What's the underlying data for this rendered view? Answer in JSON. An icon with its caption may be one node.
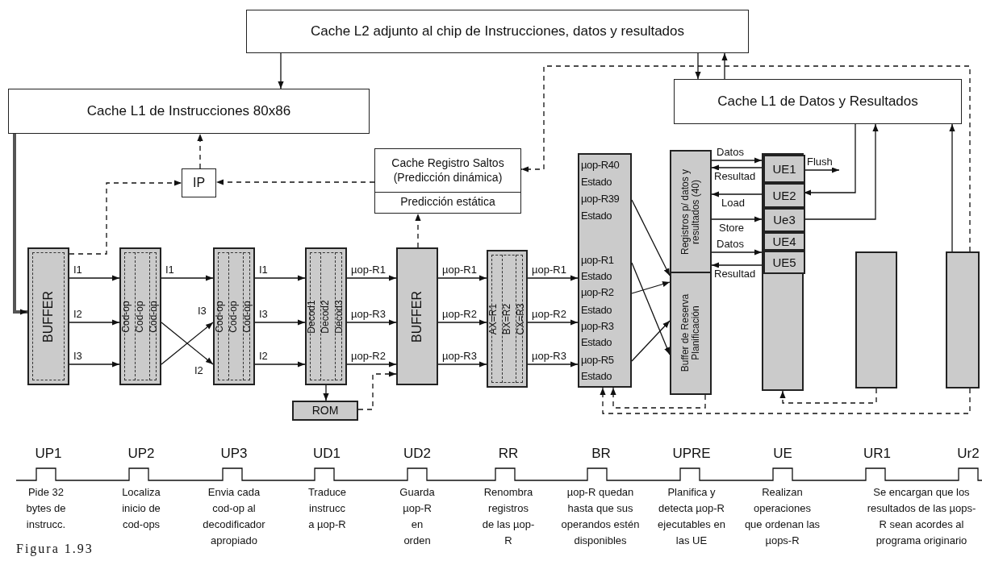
{
  "diagram": {
    "caption": "Figura 1.93",
    "nodes": [
      {
        "text": [
          "Cache L2 adjunto al chip de Instrucciones, datos y resultados"
        ]
      },
      {
        "text": [
          "Cache L1 de Instrucciones 80x86"
        ]
      },
      {
        "text": [
          "IP"
        ]
      },
      {
        "text": [
          "Cache Registro Saltos (Predicción dinámica)",
          "Predicción estática"
        ]
      },
      {
        "text": [
          "Cache L1 de Datos y Resultados"
        ]
      },
      {
        "text": [
          "BUFFER"
        ]
      },
      {
        "text": [
          "Cod-op",
          "Cod-op",
          "Cod-op"
        ]
      },
      {
        "text": [
          "Cod-op",
          "Cod-op",
          "Cod-op"
        ]
      },
      {
        "text": [
          "Decod1",
          "Decod2",
          "Decod3"
        ]
      },
      {
        "text": [
          "ROM"
        ]
      },
      {
        "text": [
          "BUFFER"
        ]
      },
      {
        "text": [
          "AX=R1",
          "BX=R2",
          "CX=R3"
        ]
      },
      {
        "text": [
          "µop-R40",
          "Estado",
          "µop-R39",
          "Estado",
          "µop-R1",
          "Estado",
          "µop-R2",
          "Estado",
          "µop-R3",
          "Estado",
          "µop-R5",
          "Estado"
        ]
      },
      {
        "text": [
          "Registros p/ datos y resultados (40)",
          "Buffer de Reserva Planificación"
        ]
      },
      {
        "text": [],
        "shape": "box"
      },
      {
        "text": [
          "UE1"
        ],
        "in": 14
      },
      {
        "text": [
          "UE2"
        ],
        "in": 14
      },
      {
        "text": [
          "Ue3"
        ],
        "in": 14
      },
      {
        "text": [
          "UE4"
        ],
        "in": 14
      },
      {
        "text": [
          "UE5"
        ],
        "in": 14
      },
      {
        "text": [],
        "shape": "box"
      },
      {
        "text": [],
        "shape": "box"
      }
    ],
    "edges": [
      {
        "from": 0,
        "to": 1,
        "arrow": "to"
      },
      {
        "from": 0,
        "to": 4,
        "arrow": "to"
      },
      {
        "from": 4,
        "to": 0,
        "arrow": "to"
      },
      {
        "from": 1,
        "to": 5,
        "arrow": "to",
        "style": "thick"
      },
      {
        "from": 2,
        "to": 1,
        "arrow": "to",
        "style": "dashed"
      },
      {
        "from": 5,
        "to": 2,
        "arrow": "to",
        "style": "dashed"
      },
      {
        "from": 3,
        "to": 2,
        "arrow": "to",
        "style": "dashed"
      },
      {
        "from": 10,
        "to": 3,
        "arrow": "to",
        "style": "dashed"
      },
      {
        "from": 21,
        "to": 3,
        "arrow": "to",
        "style": "dashed"
      },
      {
        "from": 21,
        "to": 12,
        "arrow": "to",
        "style": "dashed"
      },
      {
        "from": 13,
        "to": 12,
        "arrow": "to",
        "style": "dashed"
      },
      {
        "from": 20,
        "to": 14,
        "arrow": "to",
        "style": "dashed"
      },
      {
        "from": 5,
        "to": 6,
        "arrow": "to",
        "label": "I1"
      },
      {
        "from": 5,
        "to": 6,
        "arrow": "to",
        "label": "I2"
      },
      {
        "from": 5,
        "to": 6,
        "arrow": "to",
        "label": "I3"
      },
      {
        "from": 6,
        "to": 7,
        "arrow": "to",
        "label": "I1"
      },
      {
        "from": 6,
        "to": 7,
        "arrow": "to",
        "label": "I3"
      },
      {
        "from": 6,
        "to": 7,
        "arrow": "to",
        "label": "I2"
      },
      {
        "from": 7,
        "to": 8,
        "arrow": "to",
        "label": "I1"
      },
      {
        "from": 7,
        "to": 8,
        "arrow": "to",
        "label": "I3"
      },
      {
        "from": 7,
        "to": 8,
        "arrow": "to",
        "label": "I2"
      },
      {
        "from": 8,
        "to": 10,
        "arrow": "to",
        "label": "µop-R1"
      },
      {
        "from": 8,
        "to": 10,
        "arrow": "to",
        "label": "µop-R3"
      },
      {
        "from": 8,
        "to": 10,
        "arrow": "to",
        "label": "µop-R2"
      },
      {
        "from": 8,
        "to": 9,
        "arrow": "to"
      },
      {
        "from": 9,
        "to": 10,
        "arrow": "to",
        "style": "dashed"
      },
      {
        "from": 10,
        "to": 11,
        "arrow": "to",
        "label": "µop-R1"
      },
      {
        "from": 10,
        "to": 11,
        "arrow": "to",
        "label": "µop-R2"
      },
      {
        "from": 10,
        "to": 11,
        "arrow": "to",
        "label": "µop-R3"
      },
      {
        "from": 11,
        "to": 12,
        "arrow": "to",
        "label": "µop-R1"
      },
      {
        "from": 11,
        "to": 12,
        "arrow": "to",
        "label": "µop-R2"
      },
      {
        "from": 11,
        "to": 12,
        "arrow": "to",
        "label": "µop-R3"
      },
      {
        "from": 12,
        "to": 13,
        "arrow": "to"
      },
      {
        "from": 12,
        "to": 13,
        "arrow": "to"
      },
      {
        "from": 12,
        "to": 13,
        "arrow": "to"
      },
      {
        "from": 12,
        "to": 13,
        "arrow": "to"
      },
      {
        "from": 13,
        "to": 15,
        "arrow": "to",
        "label": "Datos"
      },
      {
        "from": 15,
        "to": 13,
        "arrow": "to",
        "label": "Resultad"
      },
      {
        "from": 16,
        "to": 13,
        "arrow": "to",
        "label": "Load"
      },
      {
        "from": 13,
        "to": 17,
        "arrow": "to",
        "label": "Store"
      },
      {
        "from": 13,
        "to": 19,
        "arrow": "to",
        "label": "Datos"
      },
      {
        "from": 19,
        "to": 13,
        "arrow": "to",
        "label": "Resultad"
      },
      {
        "from": 15,
        "to": null,
        "arrow": "to",
        "label": "Flush"
      },
      {
        "from": 4,
        "to": 16,
        "arrow": "to"
      },
      {
        "from": 17,
        "to": 4,
        "arrow": "to"
      },
      {
        "from": 21,
        "to": 4,
        "arrow": "to"
      }
    ],
    "labels": [
      "UP1",
      "UP2",
      "UP3",
      "UD1",
      "UD2",
      "RR",
      "BR",
      "UPRE",
      "UE",
      "UR1",
      "Ur2",
      "Pide 32 bytes de instrucc.",
      "Localiza inicio de cod-ops",
      "Envia cada cod-op al decodificador apropiado",
      "Traduce instrucc a µop-R",
      "Guarda µop-R en orden",
      "Renombra registros de las µop-R",
      "µop-R quedan hasta que sus operandos estén disponibles",
      "Planifica y detecta µop-R ejecutables en las UE",
      "Realizan operaciones que ordenan las µops-R",
      "Se encargan que los resultados de las µops-R sean acordes al programa originario"
    ]
  }
}
